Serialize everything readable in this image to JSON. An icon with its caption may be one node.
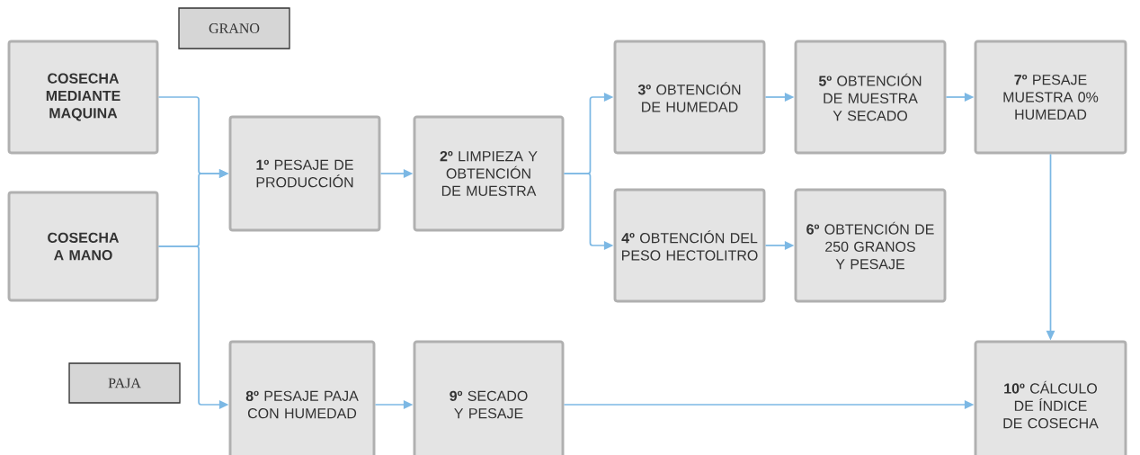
{
  "diagram": {
    "nodes": [
      {
        "text": [
          "GRANO"
        ]
      },
      {
        "text": [
          "COSECHA MEDIANTE MAQUINA"
        ]
      },
      {
        "text": [
          "**1º** PESAJE DE PRODUCCIÓN"
        ]
      },
      {
        "text": [
          "**2º** LIMPIEZA Y OBTENCIÓN DE MUESTRA"
        ]
      },
      {
        "text": [
          "**3º** OBTENCIÓN DE HUMEDAD"
        ]
      },
      {
        "text": [
          "**5º** OBTENCIÓN DE MUESTRA Y SECADO"
        ]
      },
      {
        "text": [
          "**7º** PESAJE MUESTRA 0% HUMEDAD"
        ]
      },
      {
        "text": [
          "COSECHA A MANO"
        ]
      },
      {
        "text": [
          "**4º** OBTENCIÓN DEL PESO HECTOLITRO"
        ]
      },
      {
        "text": [
          "**6º** OBTENCIÓN DE 250 GRANOS Y PESAJE"
        ]
      },
      {
        "text": [
          "PAJA"
        ]
      },
      {
        "text": [
          "**8º** PESAJE PAJA CON HUMEDAD"
        ]
      },
      {
        "text": [
          "**9º** SECADO Y PESAJE"
        ]
      },
      {
        "text": [
          "**10º** CÁLCULO DE ÍNDICE DE COSECHA"
        ]
      }
    ],
    "edges": [
      {
        "from": 1,
        "to": 2,
        "arrow": "to"
      },
      {
        "from": 7,
        "to": 2,
        "arrow": "to"
      },
      {
        "from": 2,
        "to": 3,
        "arrow": "to"
      },
      {
        "from": 3,
        "to": 4,
        "arrow": "to"
      },
      {
        "from": 3,
        "to": 8,
        "arrow": "to"
      },
      {
        "from": 4,
        "to": 5,
        "arrow": "to"
      },
      {
        "from": 5,
        "to": 6,
        "arrow": "to"
      },
      {
        "from": 8,
        "to": 9,
        "arrow": "to"
      },
      {
        "from": 6,
        "to": 13,
        "arrow": "to"
      },
      {
        "from": 7,
        "to": 11,
        "arrow": "to"
      },
      {
        "from": 11,
        "to": 12,
        "arrow": "to"
      },
      {
        "from": 12,
        "to": 13,
        "arrow": "to"
      }
    ]
  }
}
